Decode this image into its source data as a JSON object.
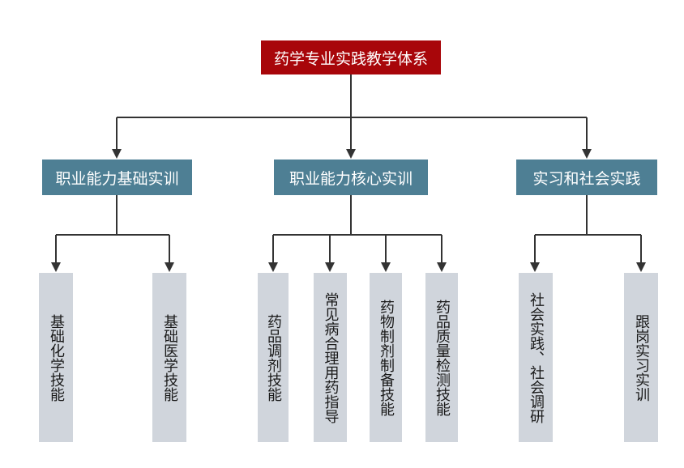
{
  "root": {
    "label": "药学专业实践教学体系"
  },
  "categories": [
    {
      "label": "职业能力基础实训",
      "items": [
        {
          "label": "基础化学技能"
        },
        {
          "label": "基础医学技能"
        }
      ]
    },
    {
      "label": "职业能力核心实训",
      "items": [
        {
          "label": "药品调剂技能"
        },
        {
          "label": "常见病合理用药指导"
        },
        {
          "label": "药物制剂制备技能"
        },
        {
          "label": "药品质量检测技能"
        }
      ]
    },
    {
      "label": "实习和社会实践",
      "items": [
        {
          "label": "社会实践、社会调研"
        },
        {
          "label": "跟岗实习实训"
        }
      ]
    }
  ],
  "colors": {
    "root_fill": "#a8060a",
    "category_fill": "#4e7f94",
    "leaf_fill": "#d0d5dc",
    "connector": "#333333"
  }
}
